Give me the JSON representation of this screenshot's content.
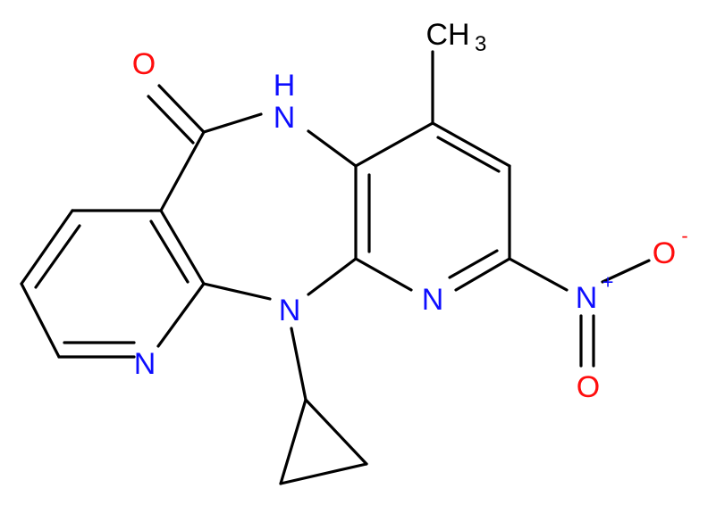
{
  "colors": {
    "bond": "#000000",
    "carbon": "#000000",
    "nitrogen": "#0d0dff",
    "oxygen": "#ff0d0d"
  },
  "atoms": {
    "o_carbonyl": "O",
    "nh": "H",
    "nh_n": "N",
    "ch3_c": "CH",
    "ch3_sub": "3",
    "n_bridge": "N",
    "n_pyr_left": "N",
    "n_pyr_right": "N",
    "n_nitro": "N",
    "n_nitro_charge": "+",
    "o_nitro_top": "O",
    "o_nitro_top_charge": "-",
    "o_nitro_bottom": "O"
  }
}
